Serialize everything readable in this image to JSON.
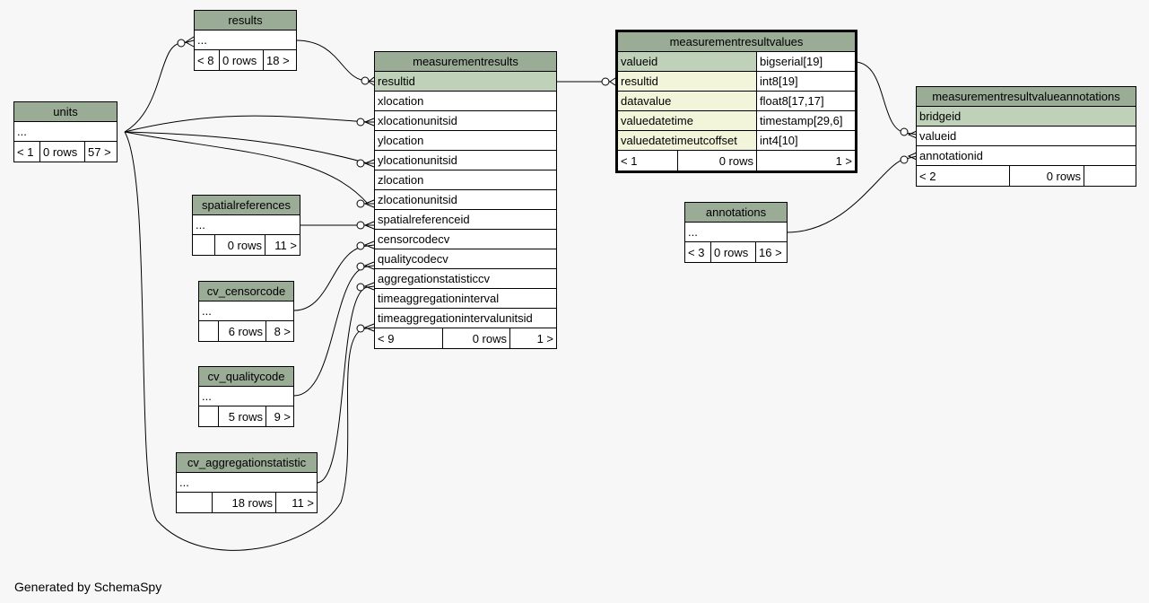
{
  "tables": {
    "results": {
      "name": "results",
      "rows_line": "...",
      "parents": "< 8",
      "row_count": "0 rows",
      "children": "18 >"
    },
    "units": {
      "name": "units",
      "rows_line": "...",
      "parents": "< 1",
      "row_count": "0 rows",
      "children": "57 >"
    },
    "spatialreferences": {
      "name": "spatialreferences",
      "rows_line": "...",
      "parents": "",
      "row_count": "0 rows",
      "children": "11 >"
    },
    "cv_censorcode": {
      "name": "cv_censorcode",
      "rows_line": "...",
      "parents": "",
      "row_count": "6 rows",
      "children": "8 >"
    },
    "cv_qualitycode": {
      "name": "cv_qualitycode",
      "rows_line": "...",
      "parents": "",
      "row_count": "5 rows",
      "children": "9 >"
    },
    "cv_aggregationstatistic": {
      "name": "cv_aggregationstatistic",
      "rows_line": "...",
      "parents": "",
      "row_count": "18 rows",
      "children": "11 >"
    },
    "annotations": {
      "name": "annotations",
      "rows_line": "...",
      "parents": "< 3",
      "row_count": "0 rows",
      "children": "16 >"
    },
    "measurementresults": {
      "name": "measurementresults",
      "columns": [
        "resultid",
        "xlocation",
        "xlocationunitsid",
        "ylocation",
        "ylocationunitsid",
        "zlocation",
        "zlocationunitsid",
        "spatialreferenceid",
        "censorcodecv",
        "qualitycodecv",
        "aggregationstatisticcv",
        "timeaggregationinterval",
        "timeaggregationintervalunitsid"
      ],
      "parents": "< 9",
      "row_count": "0 rows",
      "children": "1 >"
    },
    "measurementresultvalues": {
      "name": "measurementresultvalues",
      "columns": [
        {
          "name": "valueid",
          "type": "bigserial[19]"
        },
        {
          "name": "resultid",
          "type": "int8[19]"
        },
        {
          "name": "datavalue",
          "type": "float8[17,17]"
        },
        {
          "name": "valuedatetime",
          "type": "timestamp[29,6]"
        },
        {
          "name": "valuedatetimeutcoffset",
          "type": "int4[10]"
        }
      ],
      "parents": "< 1",
      "row_count": "0 rows",
      "children": "1 >"
    },
    "measurementresultvalueannotations": {
      "name": "measurementresultvalueannotations",
      "columns": [
        "bridgeid",
        "valueid",
        "annotationid"
      ],
      "parents": "< 2",
      "row_count": "0 rows",
      "children": ""
    }
  },
  "colors": {
    "header": "#9aab96",
    "primary_key": "#bfd1b8",
    "foreign_key": "#f3f5da",
    "background": "#f7f7f7"
  },
  "footer": "Generated by SchemaSpy"
}
